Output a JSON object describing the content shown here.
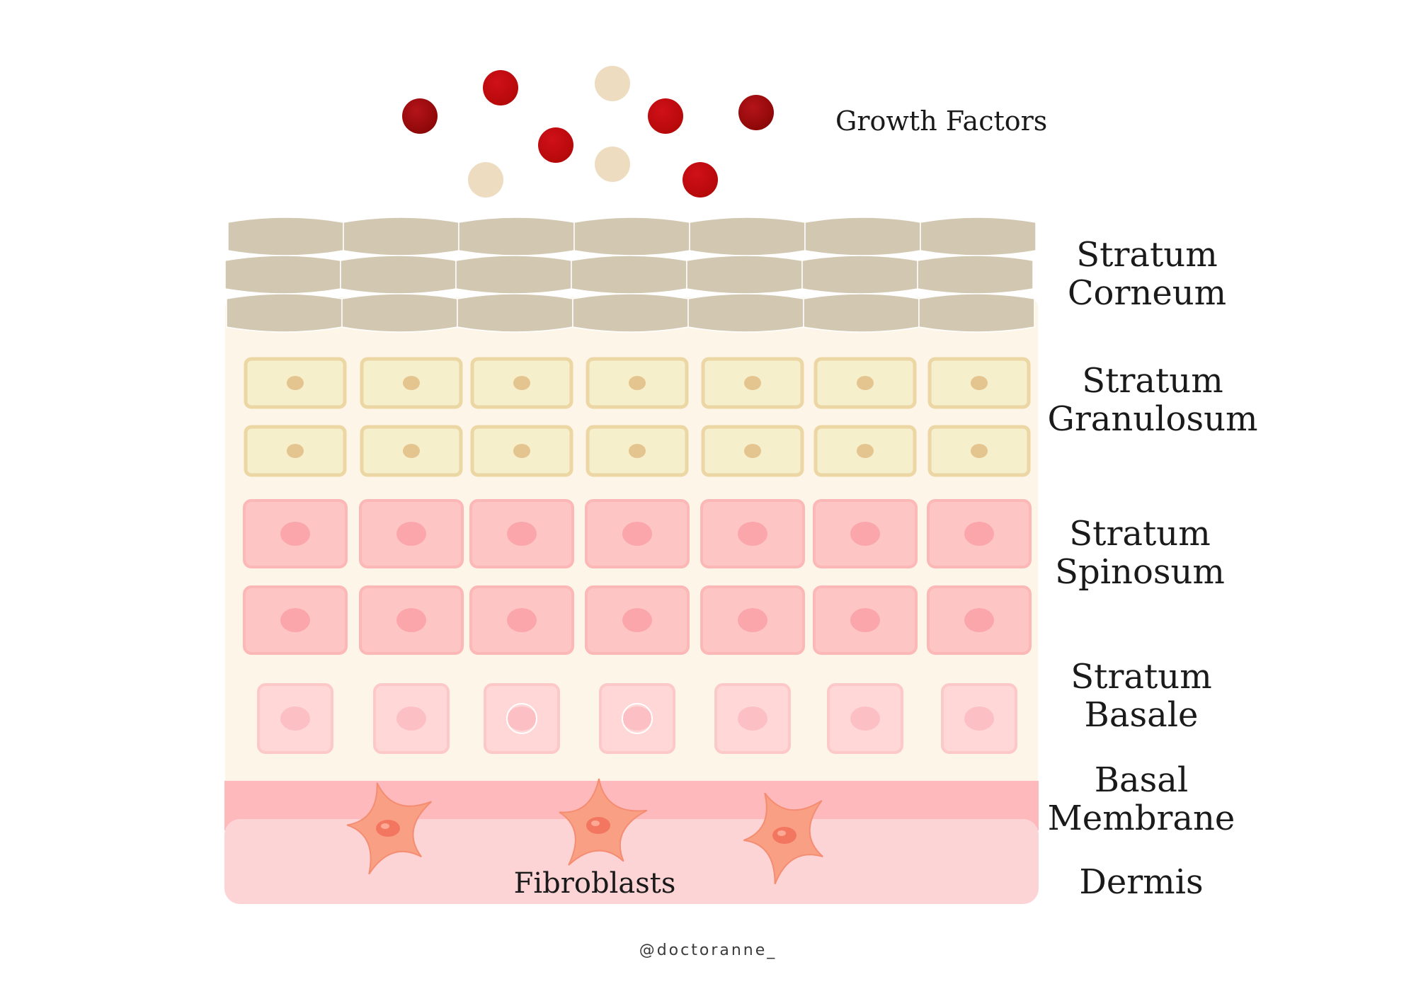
{
  "labels": {
    "growth_factors": "Growth Factors",
    "corneum_line1": "Stratum",
    "corneum_line2": "Corneum",
    "granulosum_line1": "Stratum",
    "granulosum_line2": "Granulosum",
    "spinosum_line1": "Stratum",
    "spinosum_line2": "Spinosum",
    "basale_line1": "Stratum",
    "basale_line2": "Basale",
    "basal_membrane_line1": "Basal",
    "basal_membrane_line2": "Membrane",
    "dermis": "Dermis",
    "fibroblasts": "Fibroblasts"
  },
  "credit": "@doctoranne_",
  "colors": {
    "growth_factor_dark": "#9b0a0a",
    "growth_factor_red": "#c00a0a",
    "growth_factor_beige": "#eddcc0",
    "corneum": "#d2c7b1",
    "epidermis_bg": "#fdf6e8",
    "granulosum_fill": "#f5efcb",
    "granulosum_border": "#ecd6a4",
    "granulosum_nucleus": "#e5c58f",
    "spinosum_fill": "#fdc5c3",
    "spinosum_border": "#fcb7b7",
    "spinosum_nucleus": "#fba6ab",
    "basale_fill": "#fed7d6",
    "basale_border": "#fcc8c8",
    "basale_nucleus": "#fcc0c4",
    "basal_membrane": "#feb9bc",
    "dermis": "#fdd4d6",
    "fibroblast": "#f9a084",
    "fibroblast_nucleus": "#f27660"
  }
}
